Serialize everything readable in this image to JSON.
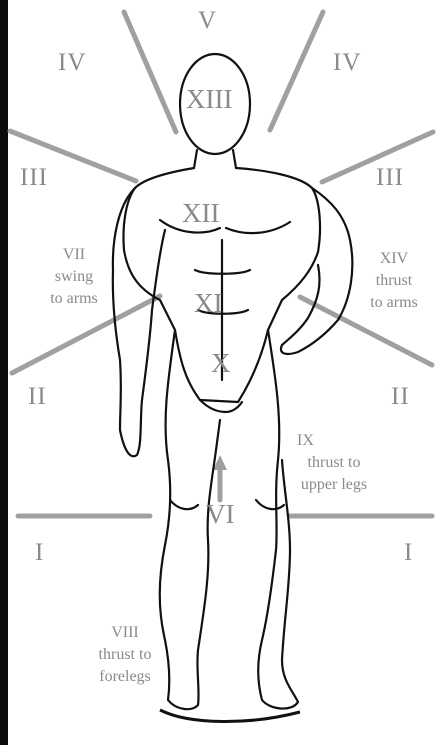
{
  "zones": [
    {
      "id": "I-left",
      "numeral": "I"
    },
    {
      "id": "I-right",
      "numeral": "I"
    },
    {
      "id": "II-left",
      "numeral": "II"
    },
    {
      "id": "II-right",
      "numeral": "II"
    },
    {
      "id": "III-left",
      "numeral": "III"
    },
    {
      "id": "III-right",
      "numeral": "III"
    },
    {
      "id": "IV-left",
      "numeral": "IV"
    },
    {
      "id": "IV-right",
      "numeral": "IV"
    },
    {
      "id": "V",
      "numeral": "V"
    },
    {
      "id": "VI",
      "numeral": "VI"
    },
    {
      "id": "X",
      "numeral": "X"
    },
    {
      "id": "XI",
      "numeral": "XI"
    },
    {
      "id": "XII",
      "numeral": "XII"
    },
    {
      "id": "XIII",
      "numeral": "XIII"
    }
  ],
  "annotations": {
    "vii": {
      "numeral": "VII",
      "line1": "swing",
      "line2": "to arms"
    },
    "xiv": {
      "numeral": "XIV",
      "line1": "thrust",
      "line2": "to arms"
    },
    "ix": {
      "numeral": "IX",
      "line1": "thrust to",
      "line2": "upper legs"
    },
    "viii": {
      "numeral": "VIII",
      "line1": "thrust to",
      "line2": "forelegs"
    }
  },
  "colors": {
    "line": "#a0a0a0",
    "label": "#8a8a8a",
    "ink": "#111111",
    "border": "#0c0c0c"
  }
}
